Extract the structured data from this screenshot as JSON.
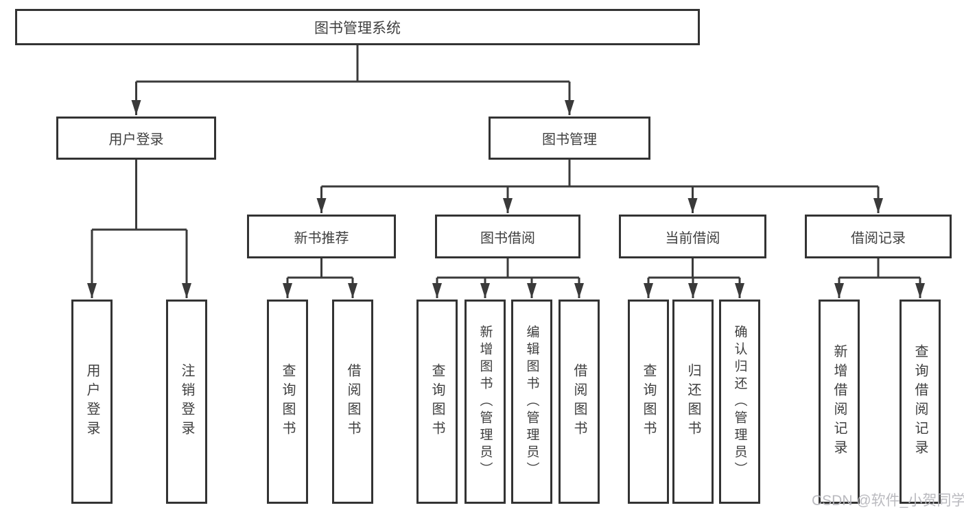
{
  "diagram": {
    "root": {
      "label": "图书管理系统"
    },
    "level2": {
      "user_login": {
        "label": "用户登录"
      },
      "book_management": {
        "label": "图书管理"
      }
    },
    "level3": {
      "new_book_recommendation": {
        "label": "新书推荐"
      },
      "book_borrowing": {
        "label": "图书借阅"
      },
      "current_borrowing": {
        "label": "当前借阅"
      },
      "borrowing_records": {
        "label": "借阅记录"
      }
    },
    "leaves": {
      "user_login_group": [
        "用户登录",
        "注销登录"
      ],
      "new_book_group": [
        "查询图书",
        "借阅图书"
      ],
      "book_borrowing_group": [
        "查询图书",
        "新增图书（管理员）",
        "编辑图书（管理员）",
        "借阅图书"
      ],
      "current_borrowing_group": [
        "查询图书",
        "归还图书",
        "确认归还（管理员）"
      ],
      "borrowing_records_group": [
        "新增借阅记录",
        "查询借阅记录"
      ]
    }
  },
  "watermark": {
    "text": "CSDN @软件_小贺同学"
  },
  "colors": {
    "line": "#3a3a3a",
    "box_border": "#333333",
    "box_fill": "#ffffff",
    "text": "#3f3f3f",
    "watermark": "#b6b6bc"
  }
}
